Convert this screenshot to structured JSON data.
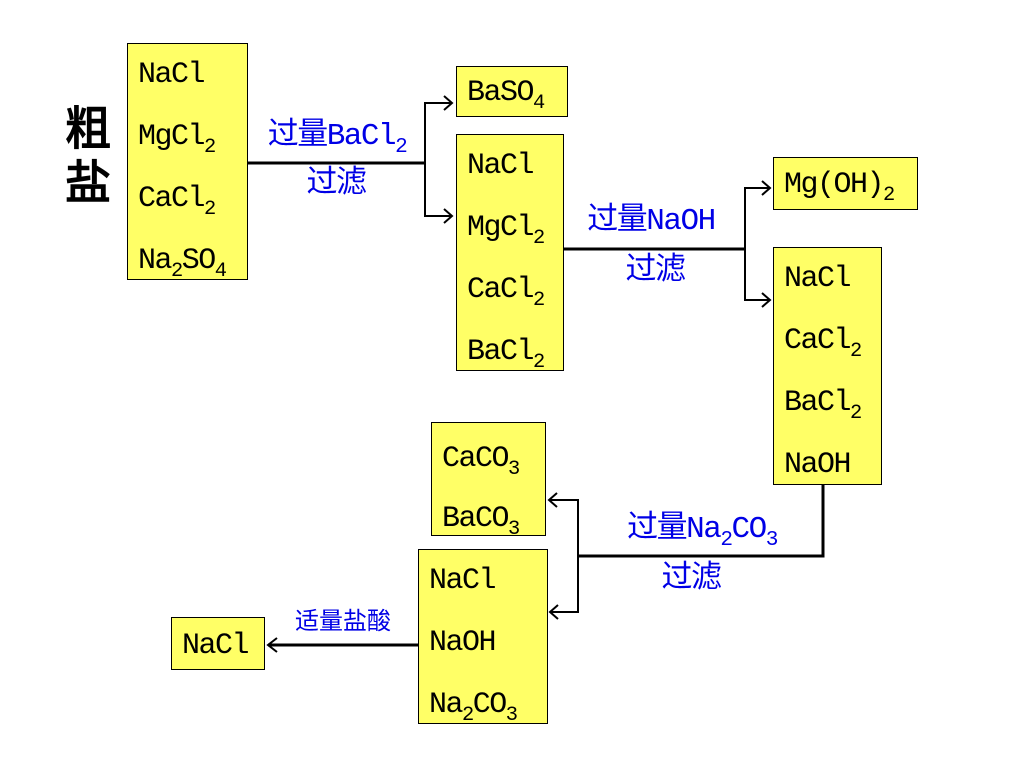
{
  "title": "粗盐",
  "boxes": {
    "crude_salt": [
      [
        "NaCl"
      ],
      [
        "MgCl",
        "2"
      ],
      [
        "CaCl",
        "2"
      ],
      [
        "Na",
        "2",
        "SO",
        "4"
      ]
    ],
    "precipitate_1": [
      [
        "BaSO",
        "4"
      ]
    ],
    "filtrate_1": [
      [
        "NaCl"
      ],
      [
        "MgCl",
        "2"
      ],
      [
        "CaCl",
        "2"
      ],
      [
        "BaCl",
        "2"
      ]
    ],
    "precipitate_2": [
      [
        "Mg(OH)",
        "2"
      ]
    ],
    "filtrate_2": [
      [
        "NaCl"
      ],
      [
        "CaCl",
        "2"
      ],
      [
        "BaCl",
        "2"
      ],
      [
        "NaOH"
      ]
    ],
    "precipitate_3": [
      [
        "CaCO",
        "3"
      ],
      [
        "BaCO",
        "3"
      ]
    ],
    "filtrate_3": [
      [
        "NaCl"
      ],
      [
        "NaOH"
      ],
      [
        "Na",
        "2",
        "CO",
        "3"
      ]
    ],
    "product": [
      [
        "NaCl"
      ]
    ]
  },
  "steps": {
    "step_1": {
      "reagent": [
        "过量BaCl",
        "2"
      ],
      "operation": "过滤"
    },
    "step_2": {
      "reagent": [
        "过量NaOH"
      ],
      "operation": "过滤"
    },
    "step_3": {
      "reagent": [
        "过量Na",
        "2",
        "CO",
        "3"
      ],
      "operation": "过滤"
    },
    "step_4": {
      "reagent": [
        "适量盐酸"
      ]
    }
  },
  "colors": {
    "box_fill": "#ffff66",
    "box_border": "#000000",
    "label": "#0000e6",
    "text": "#000000",
    "line": "#000000"
  }
}
